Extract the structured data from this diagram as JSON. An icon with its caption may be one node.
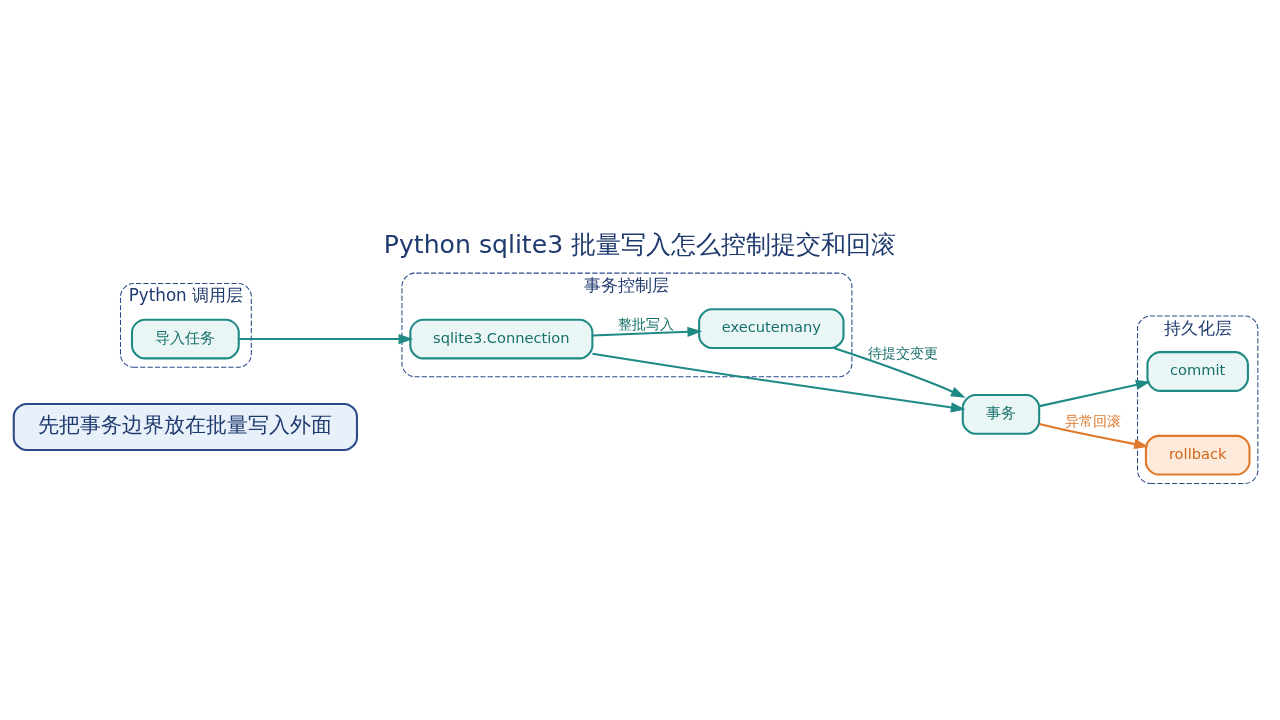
{
  "diagram": {
    "title": "Python sqlite3 批量写入怎么控制提交和回滚",
    "nodes": [
      {
        "text": [
          "先把事务边界放在批量写入外面"
        ]
      },
      {
        "text": [
          "Python 调用层"
        ]
      },
      {
        "text": [
          "导入任务"
        ],
        "in": 1
      },
      {
        "text": [
          "事务控制层"
        ]
      },
      {
        "text": [
          "sqlite3.Connection"
        ],
        "in": 3
      },
      {
        "text": [
          "executemany"
        ],
        "in": 3
      },
      {
        "text": [
          "事务"
        ]
      },
      {
        "text": [
          "持久化层"
        ]
      },
      {
        "text": [
          "commit"
        ],
        "in": 7
      },
      {
        "text": [
          "rollback"
        ],
        "in": 7
      }
    ],
    "edges": [
      {
        "from": 2,
        "to": 4,
        "arrow": "to"
      },
      {
        "from": 4,
        "to": 5,
        "arrow": "to",
        "label": "整批写入"
      },
      {
        "from": 5,
        "to": 6,
        "arrow": "to",
        "label": "待提交变更"
      },
      {
        "from": 4,
        "to": 6,
        "arrow": "to"
      },
      {
        "from": 6,
        "to": 8,
        "arrow": "to"
      },
      {
        "from": 6,
        "to": 9,
        "arrow": "to",
        "label": "异常回滚",
        "color": "#e0782a"
      }
    ]
  }
}
